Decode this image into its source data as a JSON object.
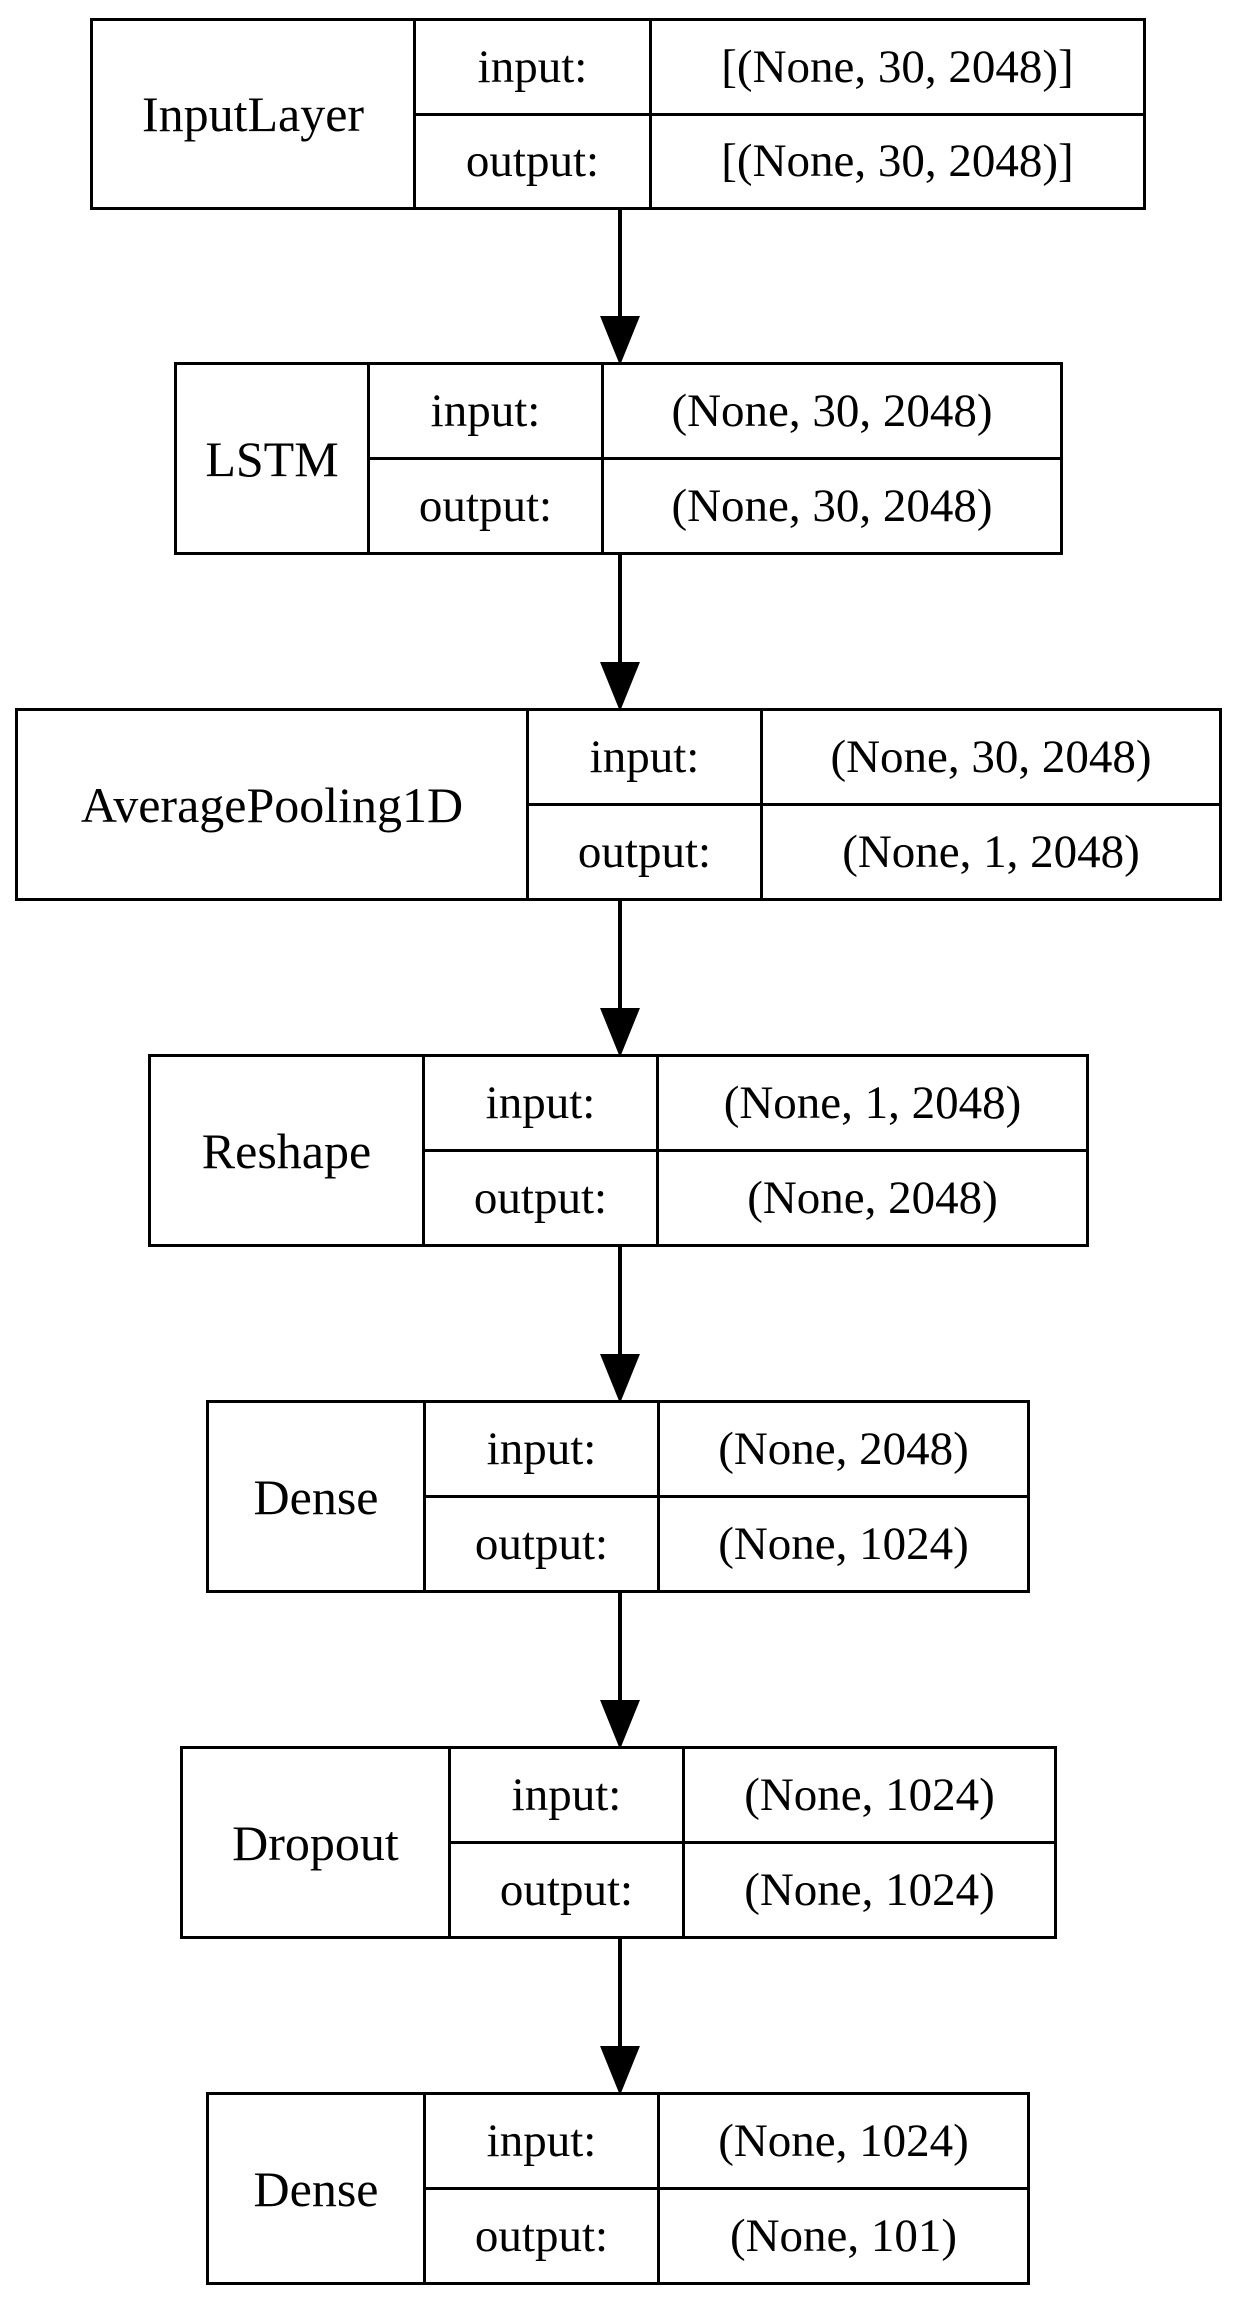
{
  "diagram": {
    "layers": [
      {
        "name": "InputLayer",
        "input_label": "input:",
        "input_shape": "[(None, 30, 2048)]",
        "output_label": "output:",
        "output_shape": "[(None, 30, 2048)]"
      },
      {
        "name": "LSTM",
        "input_label": "input:",
        "input_shape": "(None, 30, 2048)",
        "output_label": "output:",
        "output_shape": "(None, 30, 2048)"
      },
      {
        "name": "AveragePooling1D",
        "input_label": "input:",
        "input_shape": "(None, 30, 2048)",
        "output_label": "output:",
        "output_shape": "(None, 1, 2048)"
      },
      {
        "name": "Reshape",
        "input_label": "input:",
        "input_shape": "(None, 1, 2048)",
        "output_label": "output:",
        "output_shape": "(None, 2048)"
      },
      {
        "name": "Dense",
        "input_label": "input:",
        "input_shape": "(None, 2048)",
        "output_label": "output:",
        "output_shape": "(None, 1024)"
      },
      {
        "name": "Dropout",
        "input_label": "input:",
        "input_shape": "(None, 1024)",
        "output_label": "output:",
        "output_shape": "(None, 1024)"
      },
      {
        "name": "Dense",
        "input_label": "input:",
        "input_shape": "(None, 1024)",
        "output_label": "output:",
        "output_shape": "(None, 101)"
      }
    ],
    "colors": {
      "stroke": "#000000",
      "background": "#ffffff"
    }
  }
}
